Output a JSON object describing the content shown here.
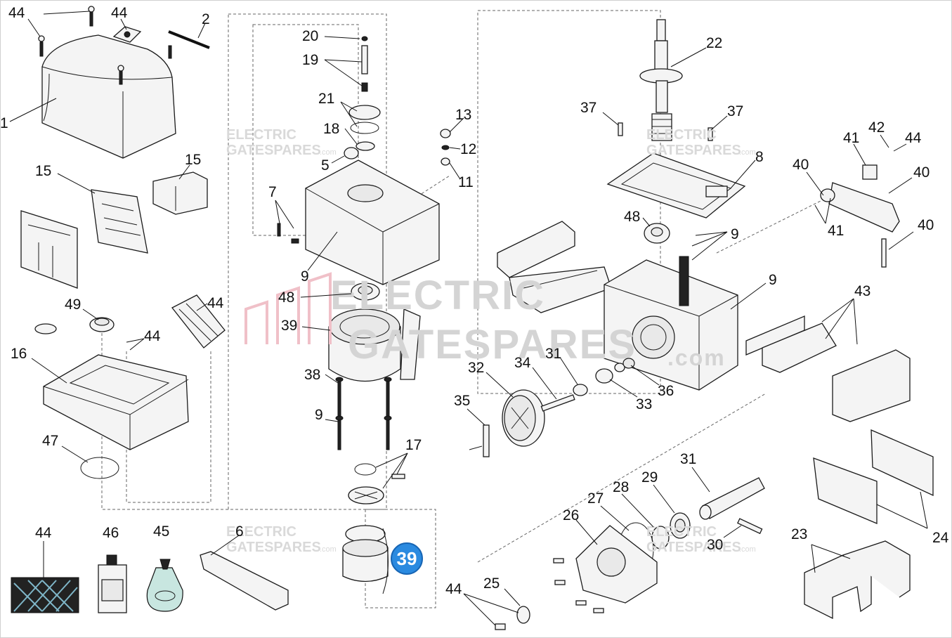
{
  "watermark": {
    "line1": "ELECTRIC",
    "line2": "GATESPARES",
    "suffix": ".com"
  },
  "badge": {
    "label": "39",
    "color": "#2a8ae0"
  },
  "colors": {
    "line": "#1a1a1a",
    "watermark_gray": "#d4d4d4",
    "watermark_red": "#f0c0c8"
  },
  "callouts": [
    "44",
    "44",
    "2",
    "1",
    "15",
    "15",
    "49",
    "44",
    "44",
    "16",
    "47",
    "20",
    "19",
    "21",
    "18",
    "5",
    "13",
    "12",
    "11",
    "7",
    "9",
    "48",
    "39",
    "38",
    "9",
    "17",
    "22",
    "37",
    "37",
    "8",
    "48",
    "9",
    "9",
    "31",
    "32",
    "34",
    "33",
    "36",
    "35",
    "41",
    "42",
    "44",
    "40",
    "40",
    "40",
    "41",
    "43",
    "31",
    "29",
    "28",
    "27",
    "26",
    "30",
    "25",
    "44",
    "6",
    "44",
    "46",
    "45",
    "23",
    "24"
  ]
}
